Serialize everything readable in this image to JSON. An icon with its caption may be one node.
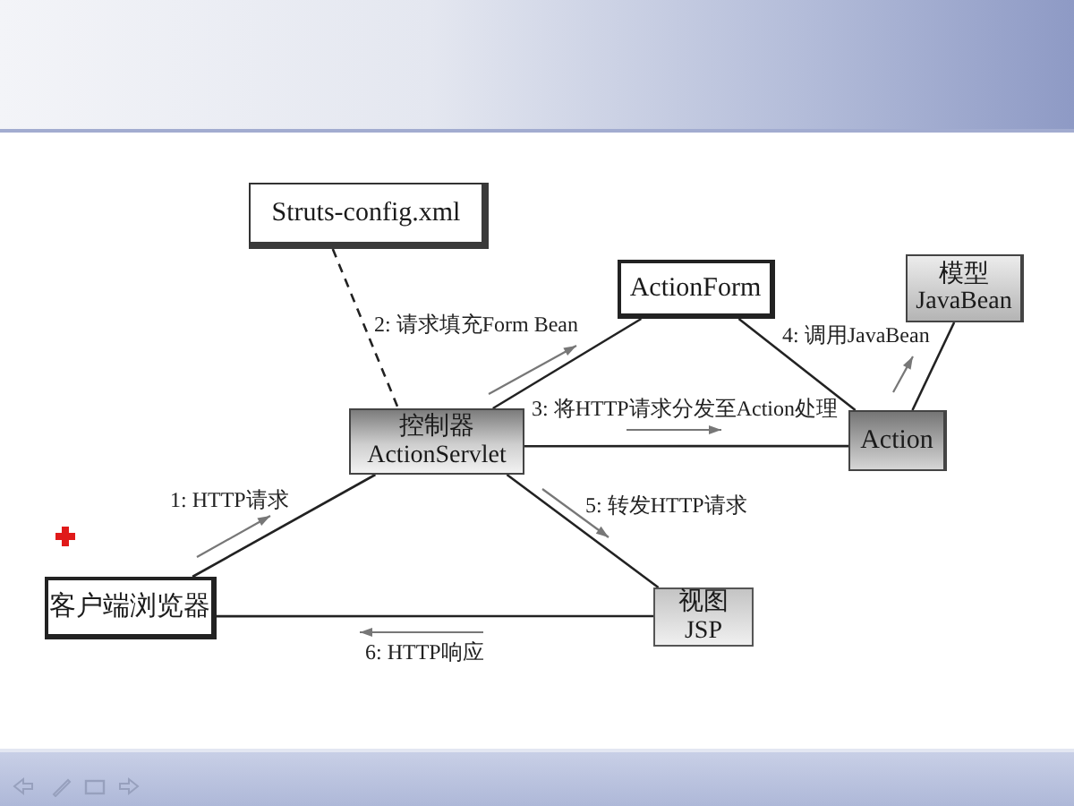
{
  "diagram": {
    "nodes": [
      {
        "text": [
          "Struts-config.xml"
        ]
      },
      {
        "text": [
          "ActionForm"
        ]
      },
      {
        "text": [
          "模型",
          "JavaBean"
        ]
      },
      {
        "text": [
          "控制器",
          "ActionServlet"
        ]
      },
      {
        "text": [
          "Action"
        ]
      },
      {
        "text": [
          "客户端浏览器"
        ]
      },
      {
        "text": [
          "视图",
          "JSP"
        ]
      }
    ],
    "edges": [
      {
        "from": 5,
        "to": 3,
        "arrow": "none",
        "label": "1: HTTP请求"
      },
      {
        "from": 3,
        "to": 1,
        "arrow": "none",
        "label": "2: 请求填充Form Bean"
      },
      {
        "from": 3,
        "to": 4,
        "arrow": "none",
        "label": "3: 将HTTP请求分发至Action处理"
      },
      {
        "from": 4,
        "to": 2,
        "arrow": "none",
        "label": "4: 调用JavaBean"
      },
      {
        "from": 3,
        "to": 6,
        "arrow": "none",
        "label": "5: 转发HTTP请求"
      },
      {
        "from": 6,
        "to": 5,
        "arrow": "none",
        "label": "6: HTTP响应"
      },
      {
        "from": 0,
        "to": 3,
        "arrow": "none",
        "style": "dashed"
      },
      {
        "from": 1,
        "to": 4,
        "arrow": "none"
      }
    ]
  }
}
